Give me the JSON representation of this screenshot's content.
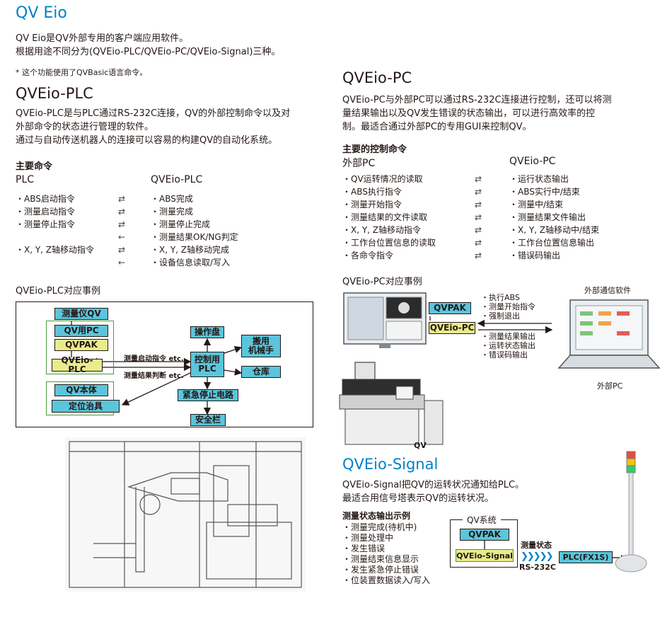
{
  "header": {
    "title": "QV Eio",
    "intro": [
      "QV Eio是QV外部专用的客户端应用软件。",
      "根据用途不同分为(QVEio-PLC/QVEio-PC/QVEio-Signal)三种。"
    ],
    "note": "* 这个功能使用了QVBasic语言命令。"
  },
  "plc": {
    "title": "QVEio-PLC",
    "desc": [
      "QVEio-PLC是与PLC通过RS-232C连接，QV的外部控制命令以及对",
      "外部命令的状态进行管理的软件。",
      "通过与自动传送机器人的连接可以容易的构建QV的自动化系统。"
    ],
    "commands_heading": "主要命令",
    "left_col_title": "PLC",
    "right_col_title": "QVEio-PLC",
    "left_items": [
      "・ABS启动指令",
      "・测量启动指令",
      "・测量停止指令",
      "",
      "・X, Y, Z轴移动指令",
      ""
    ],
    "arrows": [
      "⇄",
      "⇄",
      "⇄",
      "←",
      "⇄",
      "←"
    ],
    "right_items": [
      "・ABS完成",
      "・测量完成",
      "・测量停止完成",
      "・测量结果OK/NG判定",
      "・X, Y, Z轴移动完成",
      "・设备信息读取/写入"
    ],
    "example_heading": "QVEio-PLC对应事例",
    "diagram": {
      "qv_instrument": "测量仪QV",
      "qv_pc": "QV用PC",
      "qvpak": "QVPAK",
      "qveio_plc": "QVEio-PLC",
      "qv_body": "QV本体",
      "fixture": "定位治具",
      "msg_start": "测量启动指令 etc.",
      "msg_result": "测量结果判断 etc.",
      "control_plc": [
        "控制用",
        "PLC"
      ],
      "panel": "操作盘",
      "robot": [
        "搬用",
        "机械手"
      ],
      "warehouse": "仓库",
      "estop": "紧急停止电路",
      "fence": "安全栏"
    }
  },
  "pc": {
    "title": "QVEio-PC",
    "desc": [
      "QVEio-PC与外部PC可以通过RS-232C连接进行控制，还可以将测",
      "量结果输出以及QV发生错误的状态输出，可以进行高效率的控",
      "制。最适合通过外部PC的专用GUI来控制QV。"
    ],
    "commands_heading": "主要的控制命令",
    "left_col_title": "外部PC",
    "right_col_title": "QVEio-PC",
    "left_items": [
      "・QV运转情况的读取",
      "・ABS执行指令",
      "・测量开始指令",
      "・测量结果的文件读取",
      "・X, Y, Z轴移动指令",
      "・工作台位置信息的读取",
      "・各命令指令"
    ],
    "arrows": [
      "⇄",
      "⇄",
      "⇄",
      "⇄",
      "⇄",
      "⇄",
      "⇄"
    ],
    "right_items": [
      "・运行状态输出",
      "・ABS实行中/结束",
      "・测量中/结束",
      "・测量结果文件输出",
      "・X, Y, Z轴移动中/结束",
      "・工作台位置信息输出",
      "・错误码输出"
    ],
    "example_heading": "QVEio-PC对应事例",
    "diagram": {
      "qvpak": "QVPAK",
      "qveio_pc": "QVEio-PC",
      "cmds_in": [
        "・执行ABS",
        "・测量开始指令",
        "・强制退出"
      ],
      "cmds_out": [
        "・测量结果输出",
        "・运转状态输出",
        "・错误码输出"
      ],
      "ext_software": "外部通信软件",
      "ext_pc": "外部PC",
      "qv_label": "QV"
    }
  },
  "signal": {
    "title": "QVEio-Signal",
    "desc": [
      "QVEio-Signal把QV的运转状况通知给PLC。",
      "最适合用信号塔表示QV的运转状况。"
    ],
    "example_heading": "测量状态输出示例",
    "items": [
      "・测量完成(待机中)",
      "・测量处理中",
      "・发生错误",
      "・测量结束信息显示",
      "・发生紧急停止错误",
      "・位装置数据读入/写入"
    ],
    "diagram": {
      "qv_system": "QV系统",
      "qvpak": "QVPAK",
      "qveio_signal": "QVEio-Signal",
      "status": "测量状态",
      "rs232c": "RS-232C",
      "plc": "PLC(FX1S)"
    }
  },
  "colors": {
    "title_blue": "#0081c8",
    "box_cyan": "#5bc5dc",
    "box_yellow": "#e8ec8a"
  }
}
